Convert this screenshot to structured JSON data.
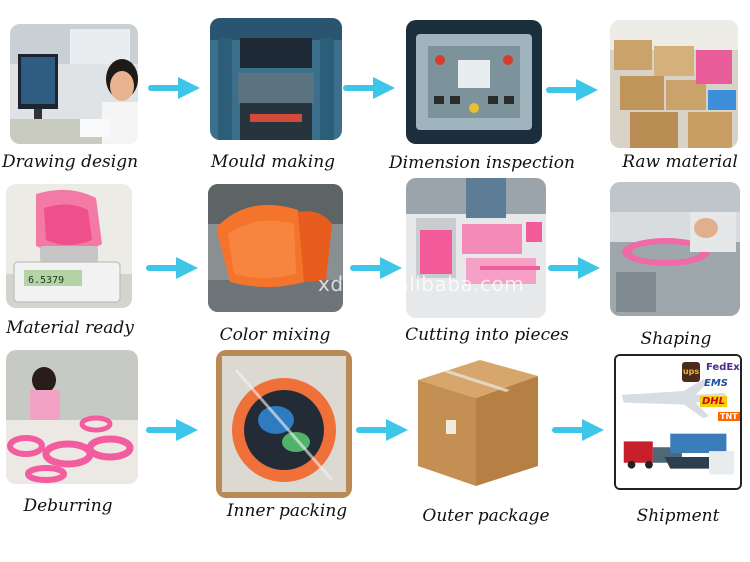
{
  "steps": [
    {
      "id": "drawing-design",
      "caption": "Drawing design"
    },
    {
      "id": "mould-making",
      "caption": "Mould making"
    },
    {
      "id": "dimension-inspection",
      "caption": "Dimension inspection"
    },
    {
      "id": "raw-material",
      "caption": "Raw material"
    },
    {
      "id": "material-ready",
      "caption": "Material ready",
      "scale_readout": "6.5379"
    },
    {
      "id": "color-mixing",
      "caption": "Color mixing"
    },
    {
      "id": "cutting-into-pieces",
      "caption": "Cutting into pieces"
    },
    {
      "id": "shaping",
      "caption": "Shaping"
    },
    {
      "id": "deburring",
      "caption": "Deburring"
    },
    {
      "id": "inner-packing",
      "caption": "Inner packing"
    },
    {
      "id": "outer-package",
      "caption": "Outer package"
    },
    {
      "id": "shipment",
      "caption": "Shipment",
      "logos": {
        "ups": "ups",
        "fedex": "FedEx",
        "ems": "EMS",
        "dhl": "DHL",
        "tnt": "TNT"
      }
    }
  ],
  "watermark": "xdh.en.alibaba.com",
  "colors": {
    "arrow": "#3ec6e8",
    "product_pink": "#f25a9a",
    "product_orange": "#f5702e",
    "cardboard": "#c9955a"
  }
}
